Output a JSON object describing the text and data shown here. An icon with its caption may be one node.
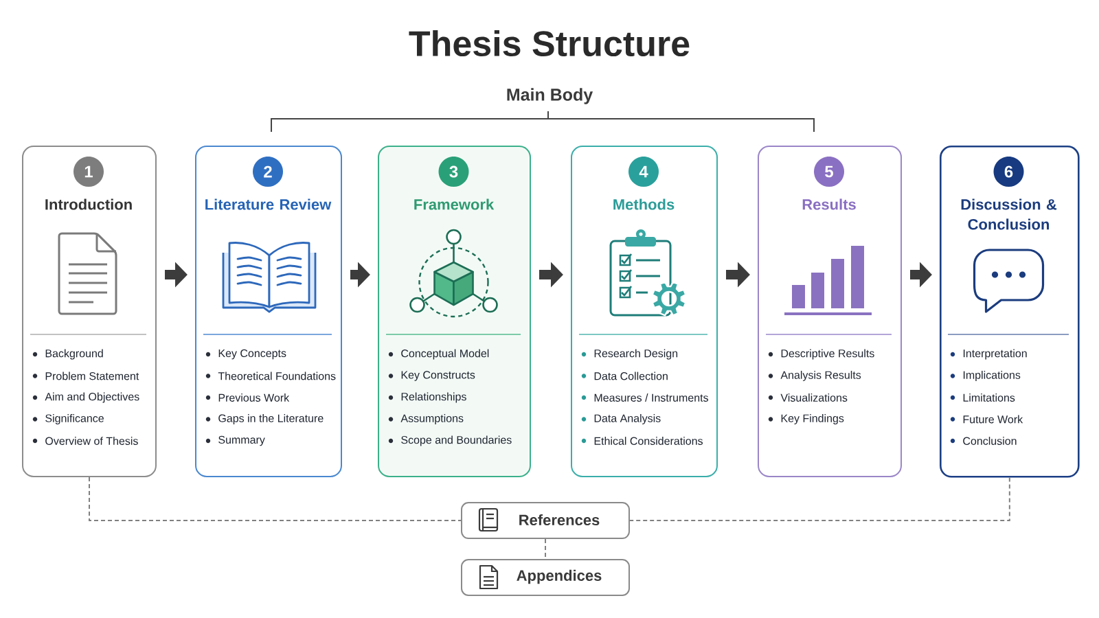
{
  "diagram": {
    "title": "Thesis Structure",
    "nodes": [
      {
        "text": [
          "Introduction",
          "Background",
          "Problem Statement",
          "Aim and Objectives",
          "Significance",
          "Overview of Thesis"
        ]
      },
      {
        "text": [
          "1"
        ],
        "in": 0
      },
      {
        "text": [
          "Literature Review",
          "Key Concepts",
          "Theoretical Foundations",
          "Previous Work",
          "Gaps in the Literature",
          "Summary"
        ]
      },
      {
        "text": [
          "2"
        ],
        "in": 2
      },
      {
        "text": [
          "Framework",
          "Conceptual Model",
          "Key Constructs",
          "Relationships",
          "Assumptions",
          "Scope and Boundaries"
        ]
      },
      {
        "text": [
          "3"
        ],
        "in": 4
      },
      {
        "text": [
          "Methods",
          "Research Design",
          "Data Collection",
          "Measures / Instruments",
          "Data Analysis",
          "Ethical Considerations"
        ]
      },
      {
        "text": [
          "4"
        ],
        "in": 6
      },
      {
        "text": [
          "Results",
          "Descriptive Results",
          "Analysis Results",
          "Visualizations",
          "Key Findings"
        ]
      },
      {
        "text": [
          "5"
        ],
        "in": 8
      },
      {
        "text": [
          "Discussion & Conclusion",
          "Interpretation",
          "Implications",
          "Limitations",
          "Future Work",
          "Conclusion"
        ]
      },
      {
        "text": [
          "6"
        ],
        "in": 10
      },
      {
        "text": [
          "References"
        ]
      },
      {
        "text": [
          "Appendices"
        ]
      }
    ],
    "edges": [
      {
        "from": 0,
        "to": 2,
        "arrow": "to"
      },
      {
        "from": 2,
        "to": 4,
        "arrow": "to"
      },
      {
        "from": 4,
        "to": 6,
        "arrow": "to"
      },
      {
        "from": 6,
        "to": 8,
        "arrow": "to"
      },
      {
        "from": 8,
        "to": 10,
        "arrow": "to"
      },
      {
        "from": 0,
        "to": 12,
        "arrow": "none",
        "style": "dashed",
        "color": "#808080"
      },
      {
        "from": 10,
        "to": 12,
        "arrow": "none",
        "style": "dashed",
        "color": "#808080"
      },
      {
        "from": 12,
        "to": 13,
        "arrow": "none",
        "style": "dashed",
        "color": "#808080"
      }
    ],
    "labels": [
      "Main Body"
    ]
  }
}
